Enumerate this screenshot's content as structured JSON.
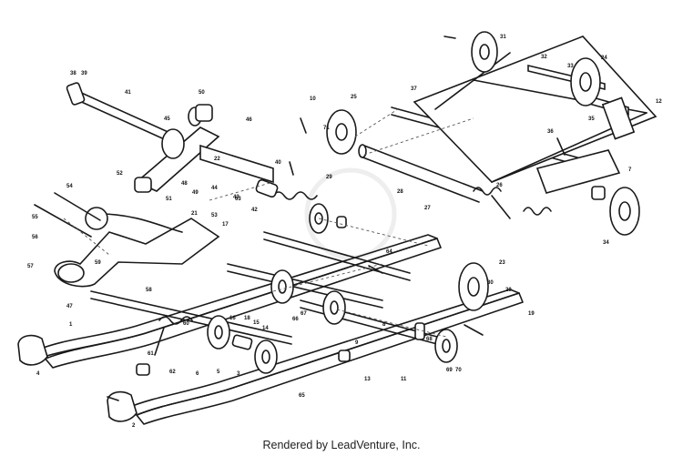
{
  "credit": "Rendered by LeadVenture, Inc.",
  "diagram": {
    "callouts": [
      "1",
      "2",
      "3",
      "4",
      "5",
      "6",
      "7",
      "8",
      "9",
      "10",
      "11",
      "12",
      "13",
      "14",
      "15",
      "16",
      "17",
      "18",
      "19",
      "20",
      "21",
      "22",
      "23",
      "24",
      "25",
      "26",
      "27",
      "28",
      "29",
      "30",
      "31",
      "32",
      "33",
      "34",
      "35",
      "36",
      "37",
      "38",
      "39",
      "40",
      "41",
      "42",
      "43",
      "44",
      "45",
      "46",
      "47",
      "48",
      "49",
      "50",
      "51",
      "52",
      "53",
      "54",
      "55",
      "56",
      "57",
      "58",
      "59",
      "60",
      "61",
      "62",
      "63",
      "64",
      "65",
      "66",
      "67",
      "68",
      "69",
      "70",
      "71"
    ]
  }
}
